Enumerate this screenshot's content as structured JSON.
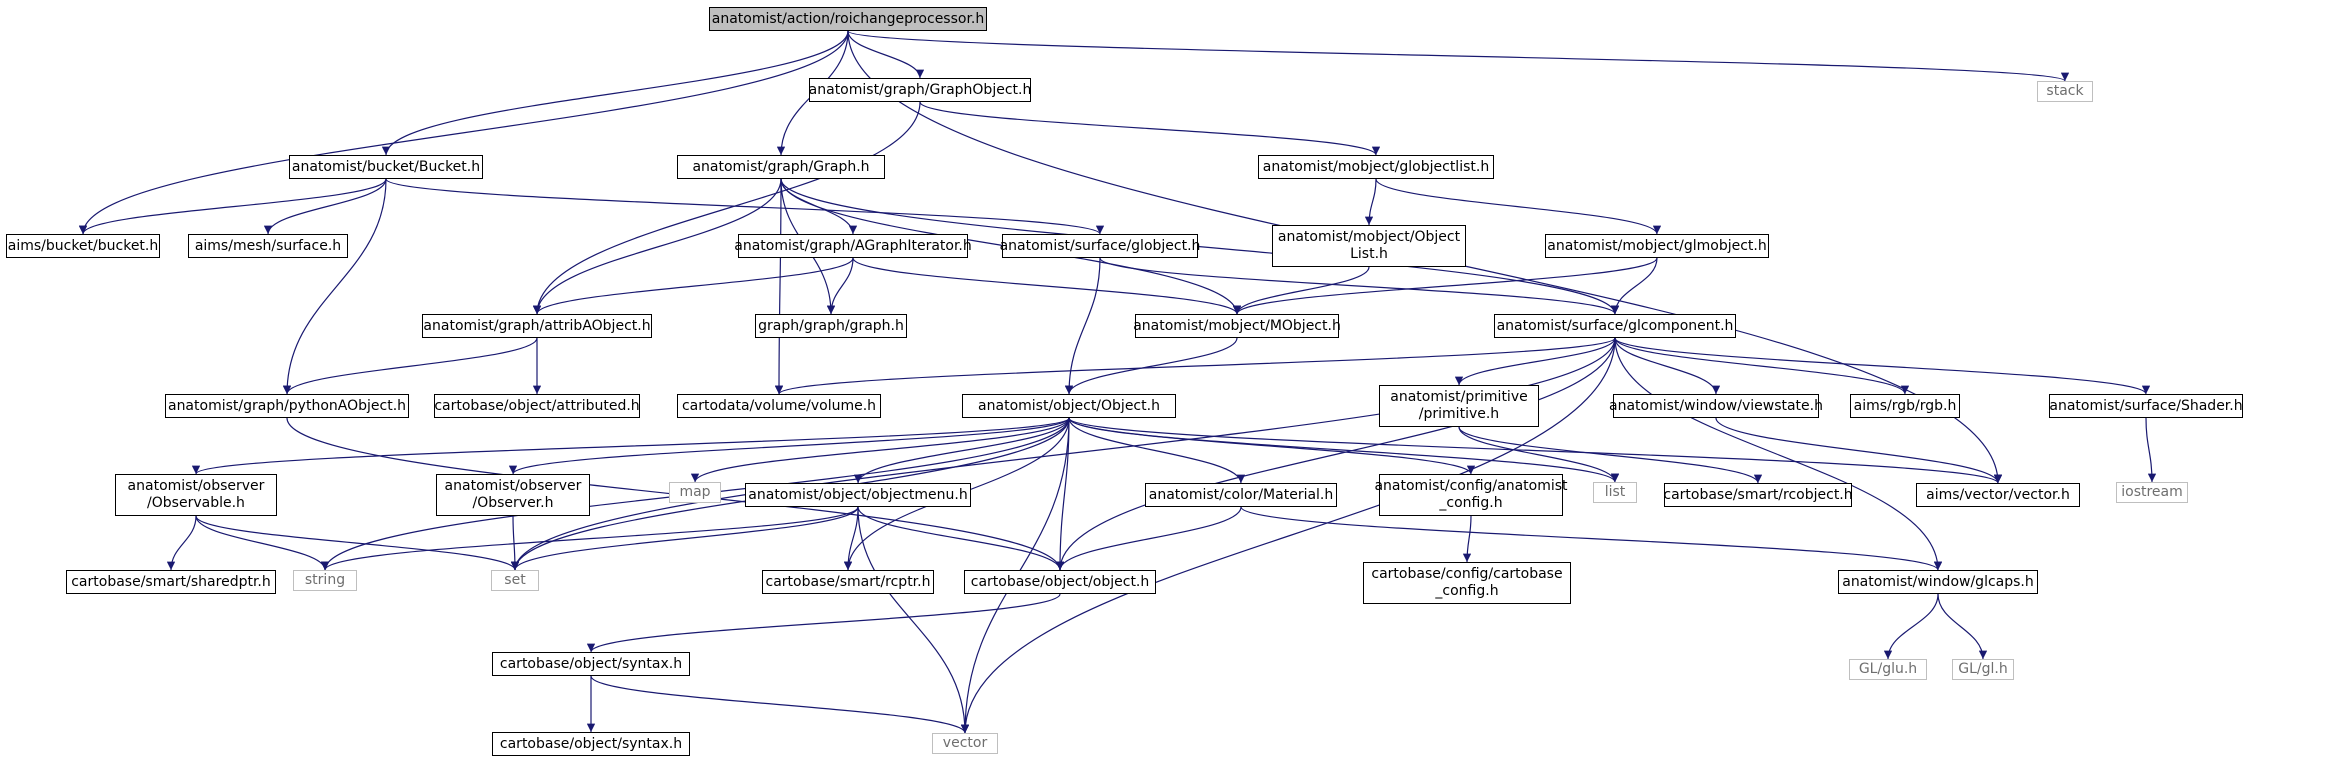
{
  "graph": {
    "nodes": [
      {
        "id": "root",
        "label": "anatomist/action/roichangeprocessor.h",
        "kind": "root"
      },
      {
        "id": "graphobject",
        "label": "anatomist/graph/GraphObject.h",
        "kind": "file"
      },
      {
        "id": "stack",
        "label": "stack",
        "kind": "external"
      },
      {
        "id": "bucket_h",
        "label": "anatomist/bucket/Bucket.h",
        "kind": "file"
      },
      {
        "id": "graph_h",
        "label": "anatomist/graph/Graph.h",
        "kind": "file"
      },
      {
        "id": "globjectlist",
        "label": "anatomist/mobject/globjectlist.h",
        "kind": "file"
      },
      {
        "id": "aims_bucket",
        "label": "aims/bucket/bucket.h",
        "kind": "file"
      },
      {
        "id": "aims_surface",
        "label": "aims/mesh/surface.h",
        "kind": "file"
      },
      {
        "id": "agraphiter",
        "label": "anatomist/graph/AGraphIterator.h",
        "kind": "file"
      },
      {
        "id": "surf_globject",
        "label": "anatomist/surface/globject.h",
        "kind": "file"
      },
      {
        "id": "objectlist",
        "label": "anatomist/mobject/Object\nList.h",
        "kind": "file"
      },
      {
        "id": "glmobject",
        "label": "anatomist/mobject/glmobject.h",
        "kind": "file"
      },
      {
        "id": "attribaobject",
        "label": "anatomist/graph/attribAObject.h",
        "kind": "file"
      },
      {
        "id": "graphgraph",
        "label": "graph/graph/graph.h",
        "kind": "file"
      },
      {
        "id": "mobject",
        "label": "anatomist/mobject/MObject.h",
        "kind": "file"
      },
      {
        "id": "glcomponent",
        "label": "anatomist/surface/glcomponent.h",
        "kind": "file"
      },
      {
        "id": "pythonaobject",
        "label": "anatomist/graph/pythonAObject.h",
        "kind": "file"
      },
      {
        "id": "attributed",
        "label": "cartobase/object/attributed.h",
        "kind": "file"
      },
      {
        "id": "volume",
        "label": "cartodata/volume/volume.h",
        "kind": "file"
      },
      {
        "id": "object_h",
        "label": "anatomist/object/Object.h",
        "kind": "file"
      },
      {
        "id": "primitive",
        "label": "anatomist/primitive\n/primitive.h",
        "kind": "file"
      },
      {
        "id": "viewstate",
        "label": "anatomist/window/viewstate.h",
        "kind": "file"
      },
      {
        "id": "rgb",
        "label": "aims/rgb/rgb.h",
        "kind": "file"
      },
      {
        "id": "shader",
        "label": "anatomist/surface/Shader.h",
        "kind": "file"
      },
      {
        "id": "observable",
        "label": "anatomist/observer\n/Observable.h",
        "kind": "file"
      },
      {
        "id": "observer",
        "label": "anatomist/observer\n/Observer.h",
        "kind": "file"
      },
      {
        "id": "map",
        "label": "map",
        "kind": "external"
      },
      {
        "id": "objectmenu",
        "label": "anatomist/object/objectmenu.h",
        "kind": "file"
      },
      {
        "id": "material",
        "label": "anatomist/color/Material.h",
        "kind": "file"
      },
      {
        "id": "anatomist_config",
        "label": "anatomist/config/anatomist\n_config.h",
        "kind": "file"
      },
      {
        "id": "list",
        "label": "list",
        "kind": "external"
      },
      {
        "id": "rcobject",
        "label": "cartobase/smart/rcobject.h",
        "kind": "file"
      },
      {
        "id": "vector_h",
        "label": "aims/vector/vector.h",
        "kind": "file"
      },
      {
        "id": "iostream",
        "label": "iostream",
        "kind": "external"
      },
      {
        "id": "sharedptr",
        "label": "cartobase/smart/sharedptr.h",
        "kind": "file"
      },
      {
        "id": "string",
        "label": "string",
        "kind": "external"
      },
      {
        "id": "set",
        "label": "set",
        "kind": "external"
      },
      {
        "id": "rcptr",
        "label": "cartobase/smart/rcptr.h",
        "kind": "file"
      },
      {
        "id": "cb_object",
        "label": "cartobase/object/object.h",
        "kind": "file"
      },
      {
        "id": "cb_config",
        "label": "cartobase/config/cartobase\n_config.h",
        "kind": "file"
      },
      {
        "id": "glcaps",
        "label": "anatomist/window/glcaps.h",
        "kind": "file"
      },
      {
        "id": "syntax1",
        "label": "cartobase/object/syntax.h",
        "kind": "file"
      },
      {
        "id": "glu",
        "label": "GL/glu.h",
        "kind": "external"
      },
      {
        "id": "gl",
        "label": "GL/gl.h",
        "kind": "external"
      },
      {
        "id": "syntax2",
        "label": "cartobase/object/syntax.h",
        "kind": "file"
      },
      {
        "id": "vector",
        "label": "vector",
        "kind": "external"
      }
    ],
    "edges": [
      [
        "root",
        "graphobject"
      ],
      [
        "root",
        "stack"
      ],
      [
        "root",
        "bucket_h"
      ],
      [
        "root",
        "graph_h"
      ],
      [
        "root",
        "aims_bucket"
      ],
      [
        "root",
        "vector_h"
      ],
      [
        "graphobject",
        "globjectlist"
      ],
      [
        "graphobject",
        "attribaobject"
      ],
      [
        "bucket_h",
        "aims_bucket"
      ],
      [
        "bucket_h",
        "aims_surface"
      ],
      [
        "bucket_h",
        "surf_globject"
      ],
      [
        "bucket_h",
        "pythonaobject"
      ],
      [
        "graph_h",
        "agraphiter"
      ],
      [
        "graph_h",
        "graphgraph"
      ],
      [
        "graph_h",
        "attribaobject"
      ],
      [
        "graph_h",
        "mobject"
      ],
      [
        "graph_h",
        "glcomponent"
      ],
      [
        "graph_h",
        "volume"
      ],
      [
        "globjectlist",
        "objectlist"
      ],
      [
        "globjectlist",
        "glmobject"
      ],
      [
        "agraphiter",
        "graphgraph"
      ],
      [
        "agraphiter",
        "attribaobject"
      ],
      [
        "agraphiter",
        "mobject"
      ],
      [
        "surf_globject",
        "object_h"
      ],
      [
        "surf_globject",
        "glcomponent"
      ],
      [
        "objectlist",
        "mobject"
      ],
      [
        "glmobject",
        "mobject"
      ],
      [
        "glmobject",
        "glcomponent"
      ],
      [
        "attribaobject",
        "pythonaobject"
      ],
      [
        "attribaobject",
        "attributed"
      ],
      [
        "mobject",
        "object_h"
      ],
      [
        "glcomponent",
        "volume"
      ],
      [
        "glcomponent",
        "primitive"
      ],
      [
        "glcomponent",
        "viewstate"
      ],
      [
        "glcomponent",
        "rgb"
      ],
      [
        "glcomponent",
        "shader"
      ],
      [
        "glcomponent",
        "set"
      ],
      [
        "glcomponent",
        "cb_object"
      ],
      [
        "glcomponent",
        "glcaps"
      ],
      [
        "glcomponent",
        "vector"
      ],
      [
        "pythonaobject",
        "cb_object"
      ],
      [
        "object_h",
        "observable"
      ],
      [
        "object_h",
        "observer"
      ],
      [
        "object_h",
        "map"
      ],
      [
        "object_h",
        "objectmenu"
      ],
      [
        "object_h",
        "material"
      ],
      [
        "object_h",
        "anatomist_config"
      ],
      [
        "object_h",
        "list"
      ],
      [
        "object_h",
        "vector_h"
      ],
      [
        "object_h",
        "string"
      ],
      [
        "object_h",
        "set"
      ],
      [
        "object_h",
        "rcptr"
      ],
      [
        "object_h",
        "cb_object"
      ],
      [
        "object_h",
        "vector"
      ],
      [
        "primitive",
        "list"
      ],
      [
        "primitive",
        "rcobject"
      ],
      [
        "viewstate",
        "vector_h"
      ],
      [
        "shader",
        "iostream"
      ],
      [
        "observable",
        "sharedptr"
      ],
      [
        "observable",
        "string"
      ],
      [
        "observable",
        "set"
      ],
      [
        "observer",
        "set"
      ],
      [
        "objectmenu",
        "string"
      ],
      [
        "objectmenu",
        "set"
      ],
      [
        "objectmenu",
        "rcptr"
      ],
      [
        "objectmenu",
        "cb_object"
      ],
      [
        "objectmenu",
        "vector"
      ],
      [
        "material",
        "cb_object"
      ],
      [
        "material",
        "glcaps"
      ],
      [
        "anatomist_config",
        "cb_config"
      ],
      [
        "cb_object",
        "syntax1"
      ],
      [
        "glcaps",
        "glu"
      ],
      [
        "glcaps",
        "gl"
      ],
      [
        "syntax1",
        "syntax2"
      ],
      [
        "syntax1",
        "vector"
      ]
    ]
  },
  "colors": {
    "edge": "#191970",
    "node_border": "#000000",
    "ext_border": "#bfbfbf",
    "ext_text": "#6f6f6f",
    "root_fill": "#bfbfbf"
  }
}
